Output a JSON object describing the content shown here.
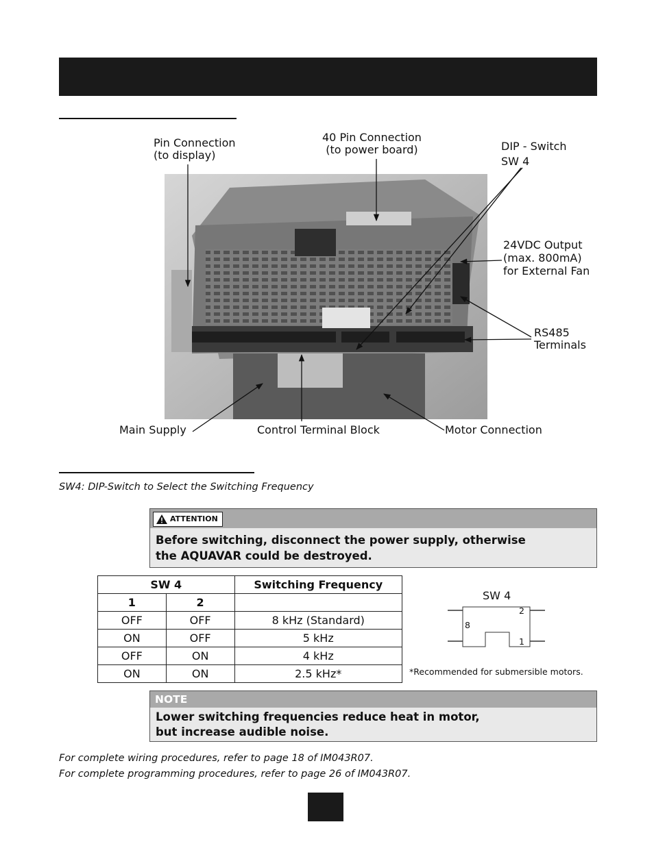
{
  "figure": {
    "labels": {
      "pin_display": "Pin Connection\n(to display)",
      "pin_power": "40 Pin Connection\n(to power board)",
      "dip_switch": "DIP - Switch\nSW 4",
      "fan_output": "24VDC Output\n(max. 800mA)\nfor External Fan",
      "rs485": "RS485\nTerminals",
      "main_supply": "Main Supply",
      "control_terminal": "Control Terminal Block",
      "motor_connection": "Motor Connection"
    }
  },
  "caption": "SW4: DIP-Switch to Select the Switching Frequency",
  "attention": {
    "badge": "ATTENTION",
    "text": "Before switching, disconnect the power supply, otherwise\nthe AQUAVAR could be destroyed."
  },
  "table": {
    "header_sw": "SW 4",
    "header_freq": "Switching Frequency",
    "sub1": "1",
    "sub2": "2",
    "rows": [
      {
        "s1": "OFF",
        "s2": "OFF",
        "freq": "8 kHz (Standard)"
      },
      {
        "s1": "ON",
        "s2": "OFF",
        "freq": "5 kHz"
      },
      {
        "s1": "OFF",
        "s2": "ON",
        "freq": "4 kHz"
      },
      {
        "s1": "ON",
        "s2": "ON",
        "freq": "2.5 kHz*"
      }
    ]
  },
  "sw_diagram": {
    "title": "SW 4",
    "pin2": "2",
    "pin8": "8",
    "pin1": "1"
  },
  "footnote": "*Recommended for submersible motors.",
  "note": {
    "heading": "NOTE",
    "text": "Lower switching frequencies reduce heat in motor,\nbut increase audible noise."
  },
  "refs": {
    "wiring": "For complete wiring procedures, refer to page 18 of IM043R07.",
    "programming": "For complete programming procedures, refer to page 26 of IM043R07."
  }
}
